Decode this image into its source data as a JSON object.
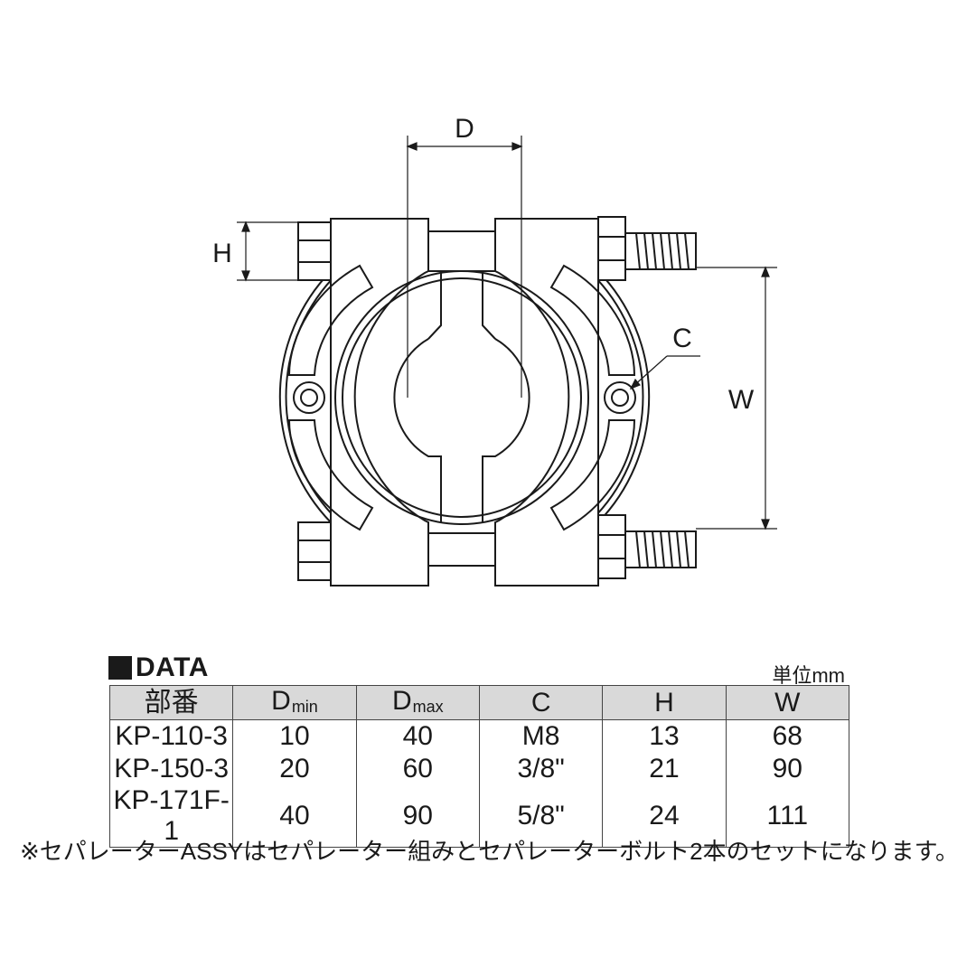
{
  "diagram": {
    "labels": {
      "d": "D",
      "h": "H",
      "c": "C",
      "w": "W"
    }
  },
  "data_section": {
    "heading": "DATA",
    "unit": "単位mm"
  },
  "table": {
    "headers": [
      {
        "main": "部番",
        "sub": ""
      },
      {
        "main": "D",
        "sub": "min"
      },
      {
        "main": "D",
        "sub": "max"
      },
      {
        "main": "C",
        "sub": ""
      },
      {
        "main": "H",
        "sub": ""
      },
      {
        "main": "W",
        "sub": ""
      }
    ],
    "rows": [
      [
        "KP-110-3",
        "10",
        "40",
        "M8",
        "13",
        "68"
      ],
      [
        "KP-150-3",
        "20",
        "60",
        "3/8\"",
        "21",
        "90"
      ],
      [
        "KP-171F-1",
        "40",
        "90",
        "5/8\"",
        "24",
        "111"
      ]
    ]
  },
  "note": "※セパレーターASSYはセパレーター組みとセパレーターボルト2本のセットになります。",
  "colors": {
    "line": "#1a1a1a",
    "header_bg": "#d9d9d9",
    "background": "#ffffff"
  }
}
